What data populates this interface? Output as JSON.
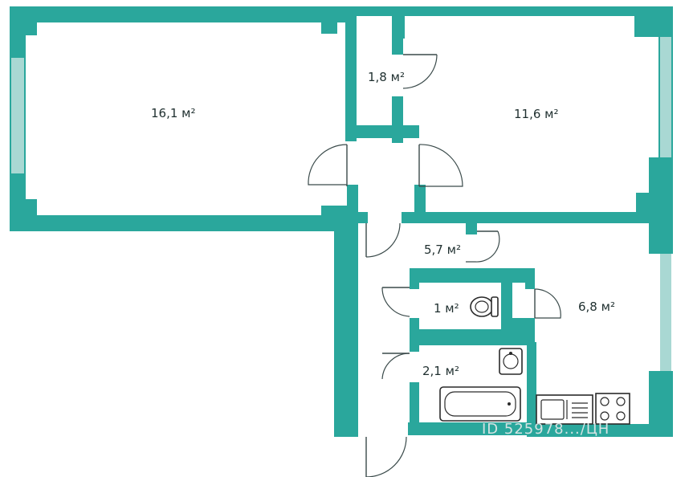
{
  "colors": {
    "wall": "#2aa79c",
    "window": "#a9d8d3",
    "background": "#ffffff"
  },
  "rooms": {
    "living": {
      "area": "16,1 м²"
    },
    "closet": {
      "area": "1,8 м²"
    },
    "bedroom": {
      "area": "11,6 м²"
    },
    "hall": {
      "area": "5,7 м²"
    },
    "toilet": {
      "area": "1 м²"
    },
    "kitchen": {
      "area": "6,8 м²"
    },
    "bathroom": {
      "area": "2,1 м²"
    }
  },
  "watermark": {
    "text": "ID 525978.../ЦН"
  },
  "icons": [
    "toilet-icon",
    "sink-icon",
    "bathtub-icon",
    "kitchen-sink-icon",
    "stove-icon"
  ]
}
